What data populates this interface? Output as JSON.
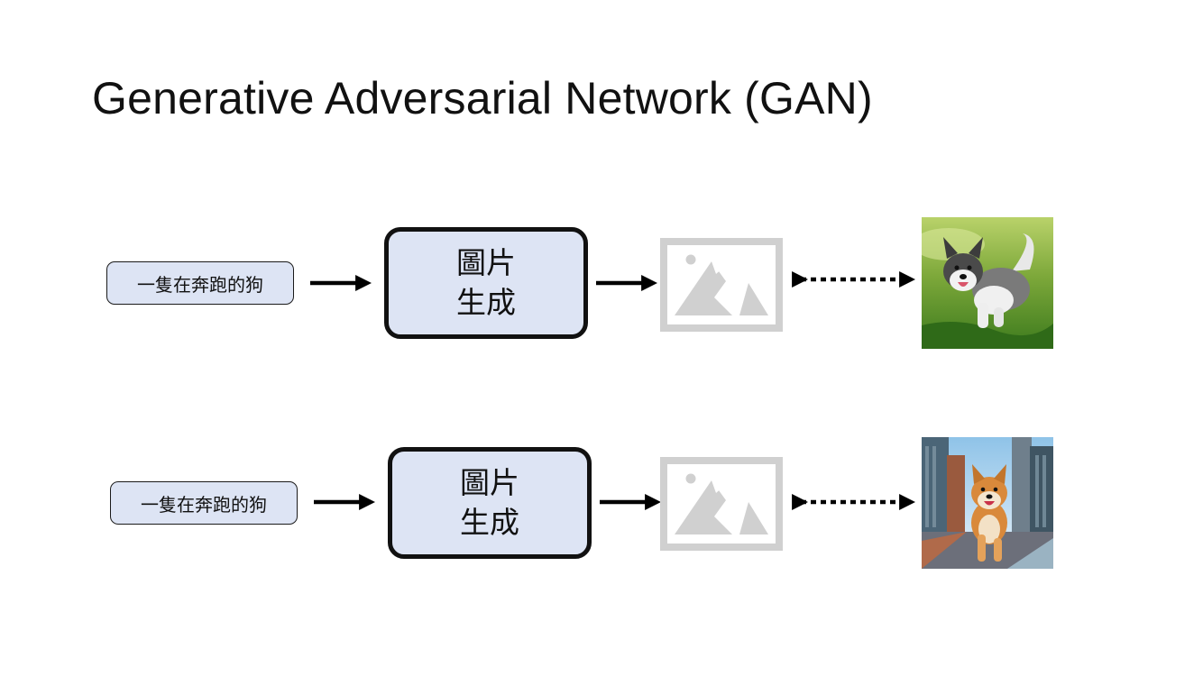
{
  "slide": {
    "title": "Generative Adversarial Network (GAN)"
  },
  "rows": [
    {
      "prompt": "一隻在奔跑的狗",
      "generator_line1": "圖片",
      "generator_line2": "生成",
      "output_icon": "image-placeholder-icon",
      "reference_image": "husky-running-on-grass"
    },
    {
      "prompt": "一隻在奔跑的狗",
      "generator_line1": "圖片",
      "generator_line2": "生成",
      "output_icon": "image-placeholder-icon",
      "reference_image": "shiba-running-in-city"
    }
  ],
  "colors": {
    "box_fill": "#dde4f4",
    "border": "#111111",
    "placeholder": "#d0d0d0"
  }
}
